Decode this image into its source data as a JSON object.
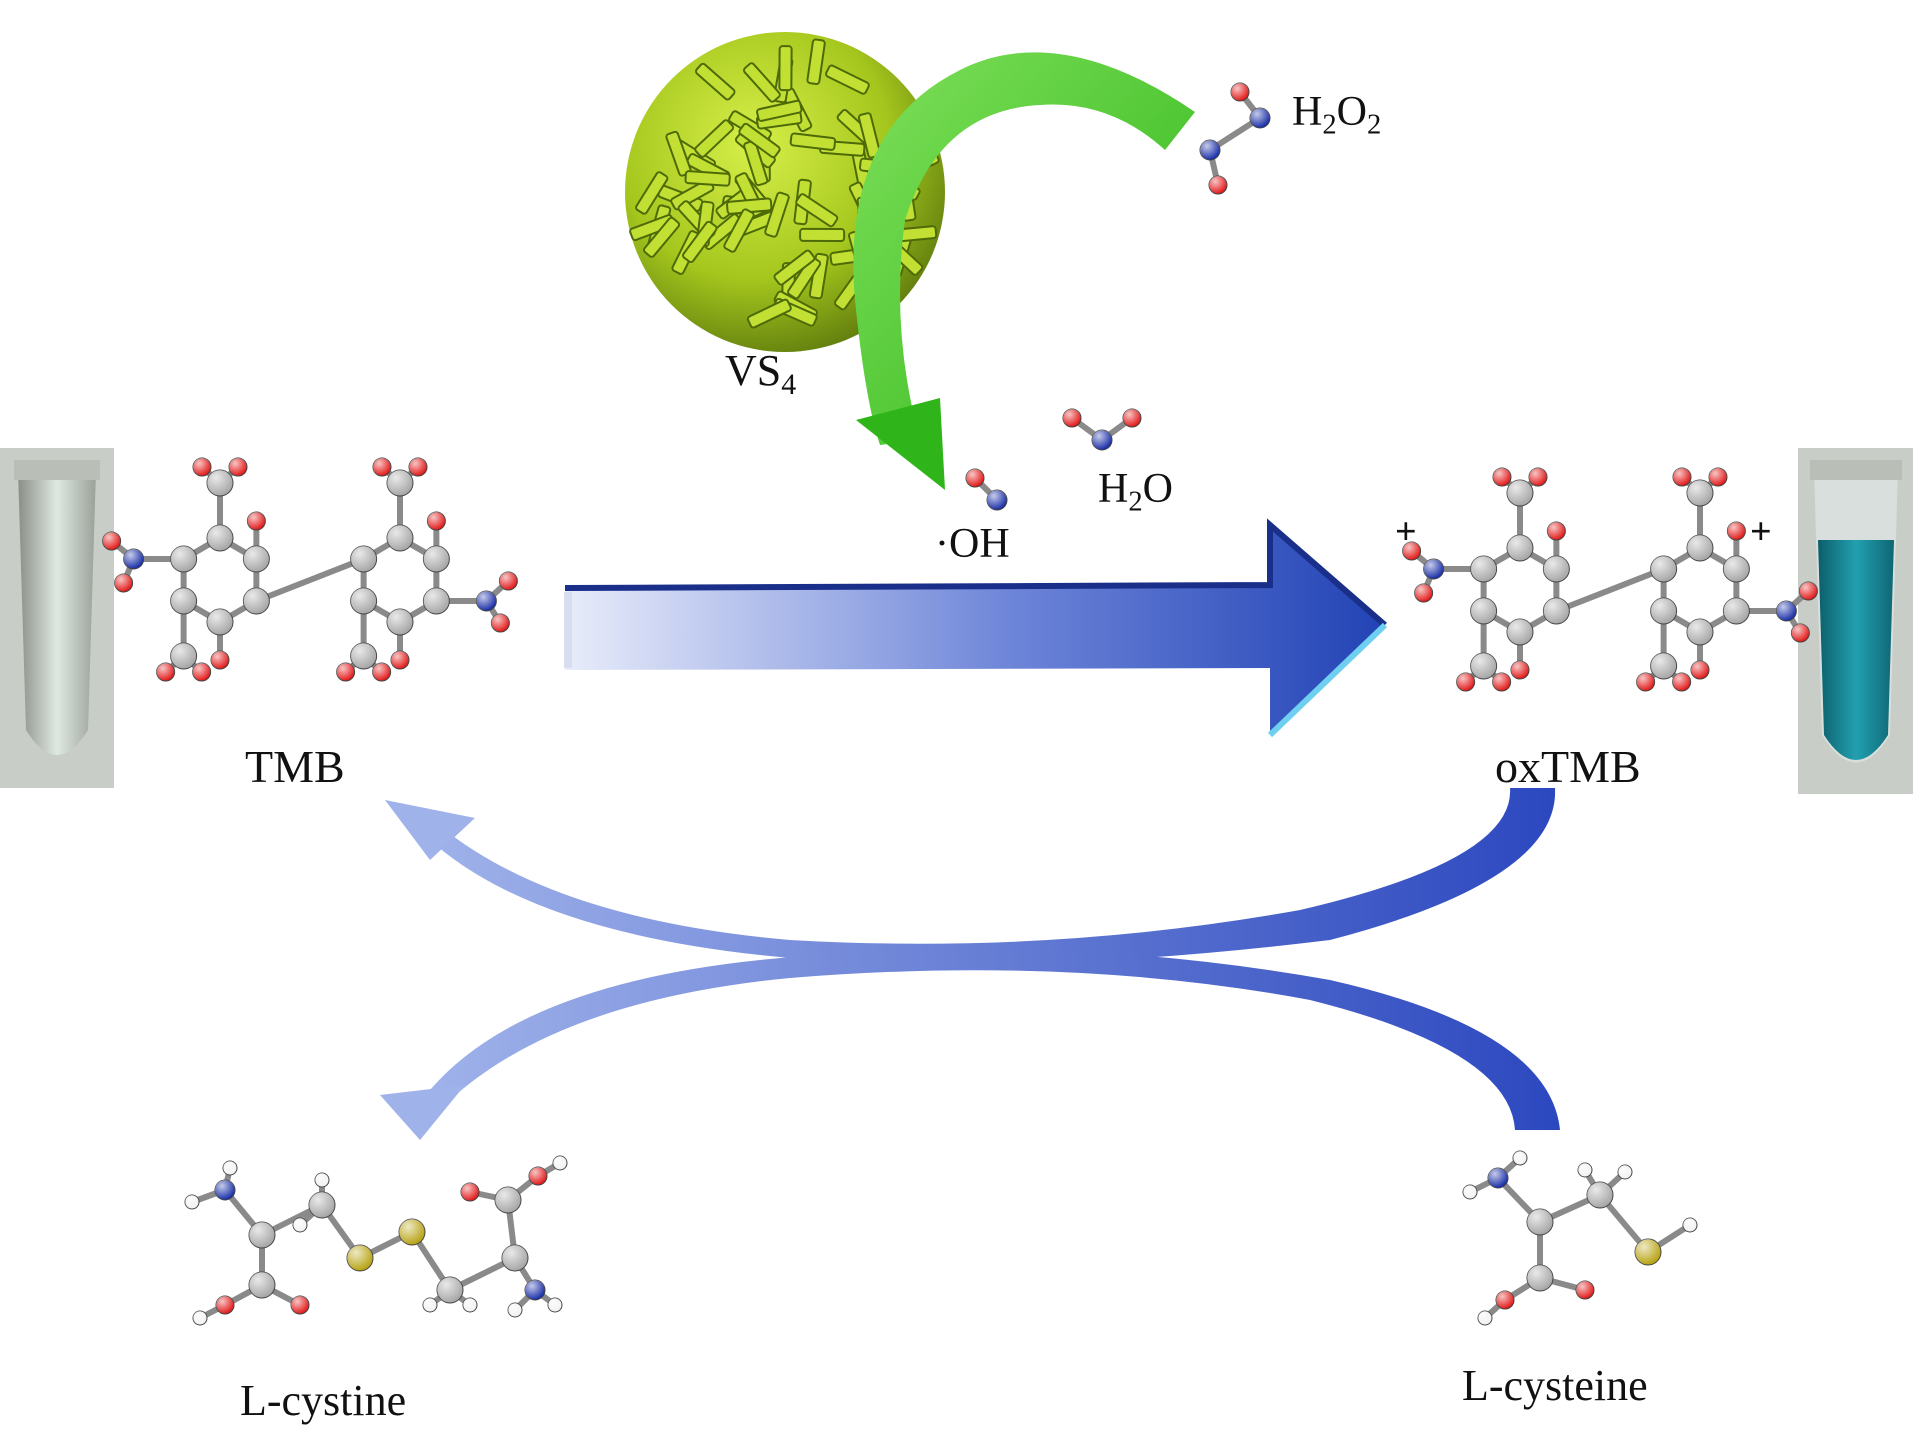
{
  "labels": {
    "vs4": {
      "main": "VS",
      "sub": "4"
    },
    "h2o2": {
      "p1": "H",
      "s1": "2",
      "p2": "O",
      "s2": "2"
    },
    "h2o": {
      "p1": "H",
      "s1": "2",
      "p2": "O"
    },
    "oh": "·OH",
    "tmb": "TMB",
    "oxtmb": "oxTMB",
    "l_cystine": "L-cystine",
    "l_cysteine": "L-cysteine",
    "plus": "+"
  },
  "colors": {
    "green_arrow": "#3cc21e",
    "blue_arrow": "#2f4fc4",
    "sphere": "#a8cc1e",
    "carbon": "#a7a7a7",
    "oxygen": "#e21a1a",
    "nitrogen": "#1a2fa8",
    "sulfur": "#b8a415",
    "hydrogen": "#f2f2f2",
    "tube_clear": "#dfe6e2",
    "tube_blue": "#1a8a9a"
  }
}
